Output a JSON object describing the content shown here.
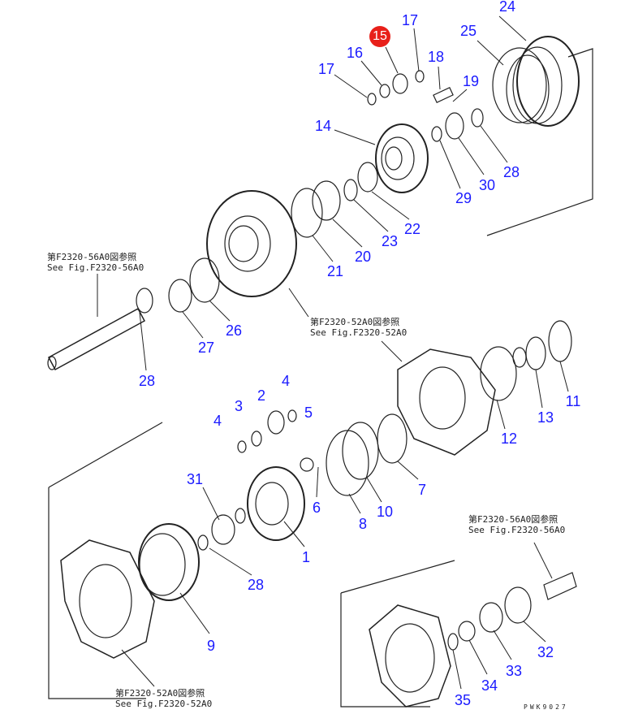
{
  "diagram": {
    "part_numbers": [
      "24",
      "17",
      "25",
      "16",
      "18",
      "17",
      "19",
      "14",
      "28",
      "30",
      "29",
      "22",
      "23",
      "20",
      "21",
      "26",
      "27",
      "28",
      "4",
      "2",
      "3",
      "5",
      "4",
      "11",
      "13",
      "12",
      "7",
      "10",
      "8",
      "6",
      "31",
      "1",
      "28",
      "9",
      "32",
      "33",
      "34",
      "35"
    ],
    "highlighted_part": "15",
    "references": [
      {
        "jp": "第F2320-56A0図参照",
        "en": "See Fig.F2320-56A0"
      },
      {
        "jp": "第F2320-52A0図参照",
        "en": "See Fig.F2320-52A0"
      },
      {
        "jp": "第F2320-56A0図参照",
        "en": "See Fig.F2320-56A0"
      },
      {
        "jp": "第F2320-52A0図参照",
        "en": "See Fig.F2320-52A0"
      }
    ],
    "drawing_code": "PWK9027",
    "colors": {
      "label": "#1a1aff",
      "highlight": "#e8201a",
      "line": "#222222"
    }
  }
}
